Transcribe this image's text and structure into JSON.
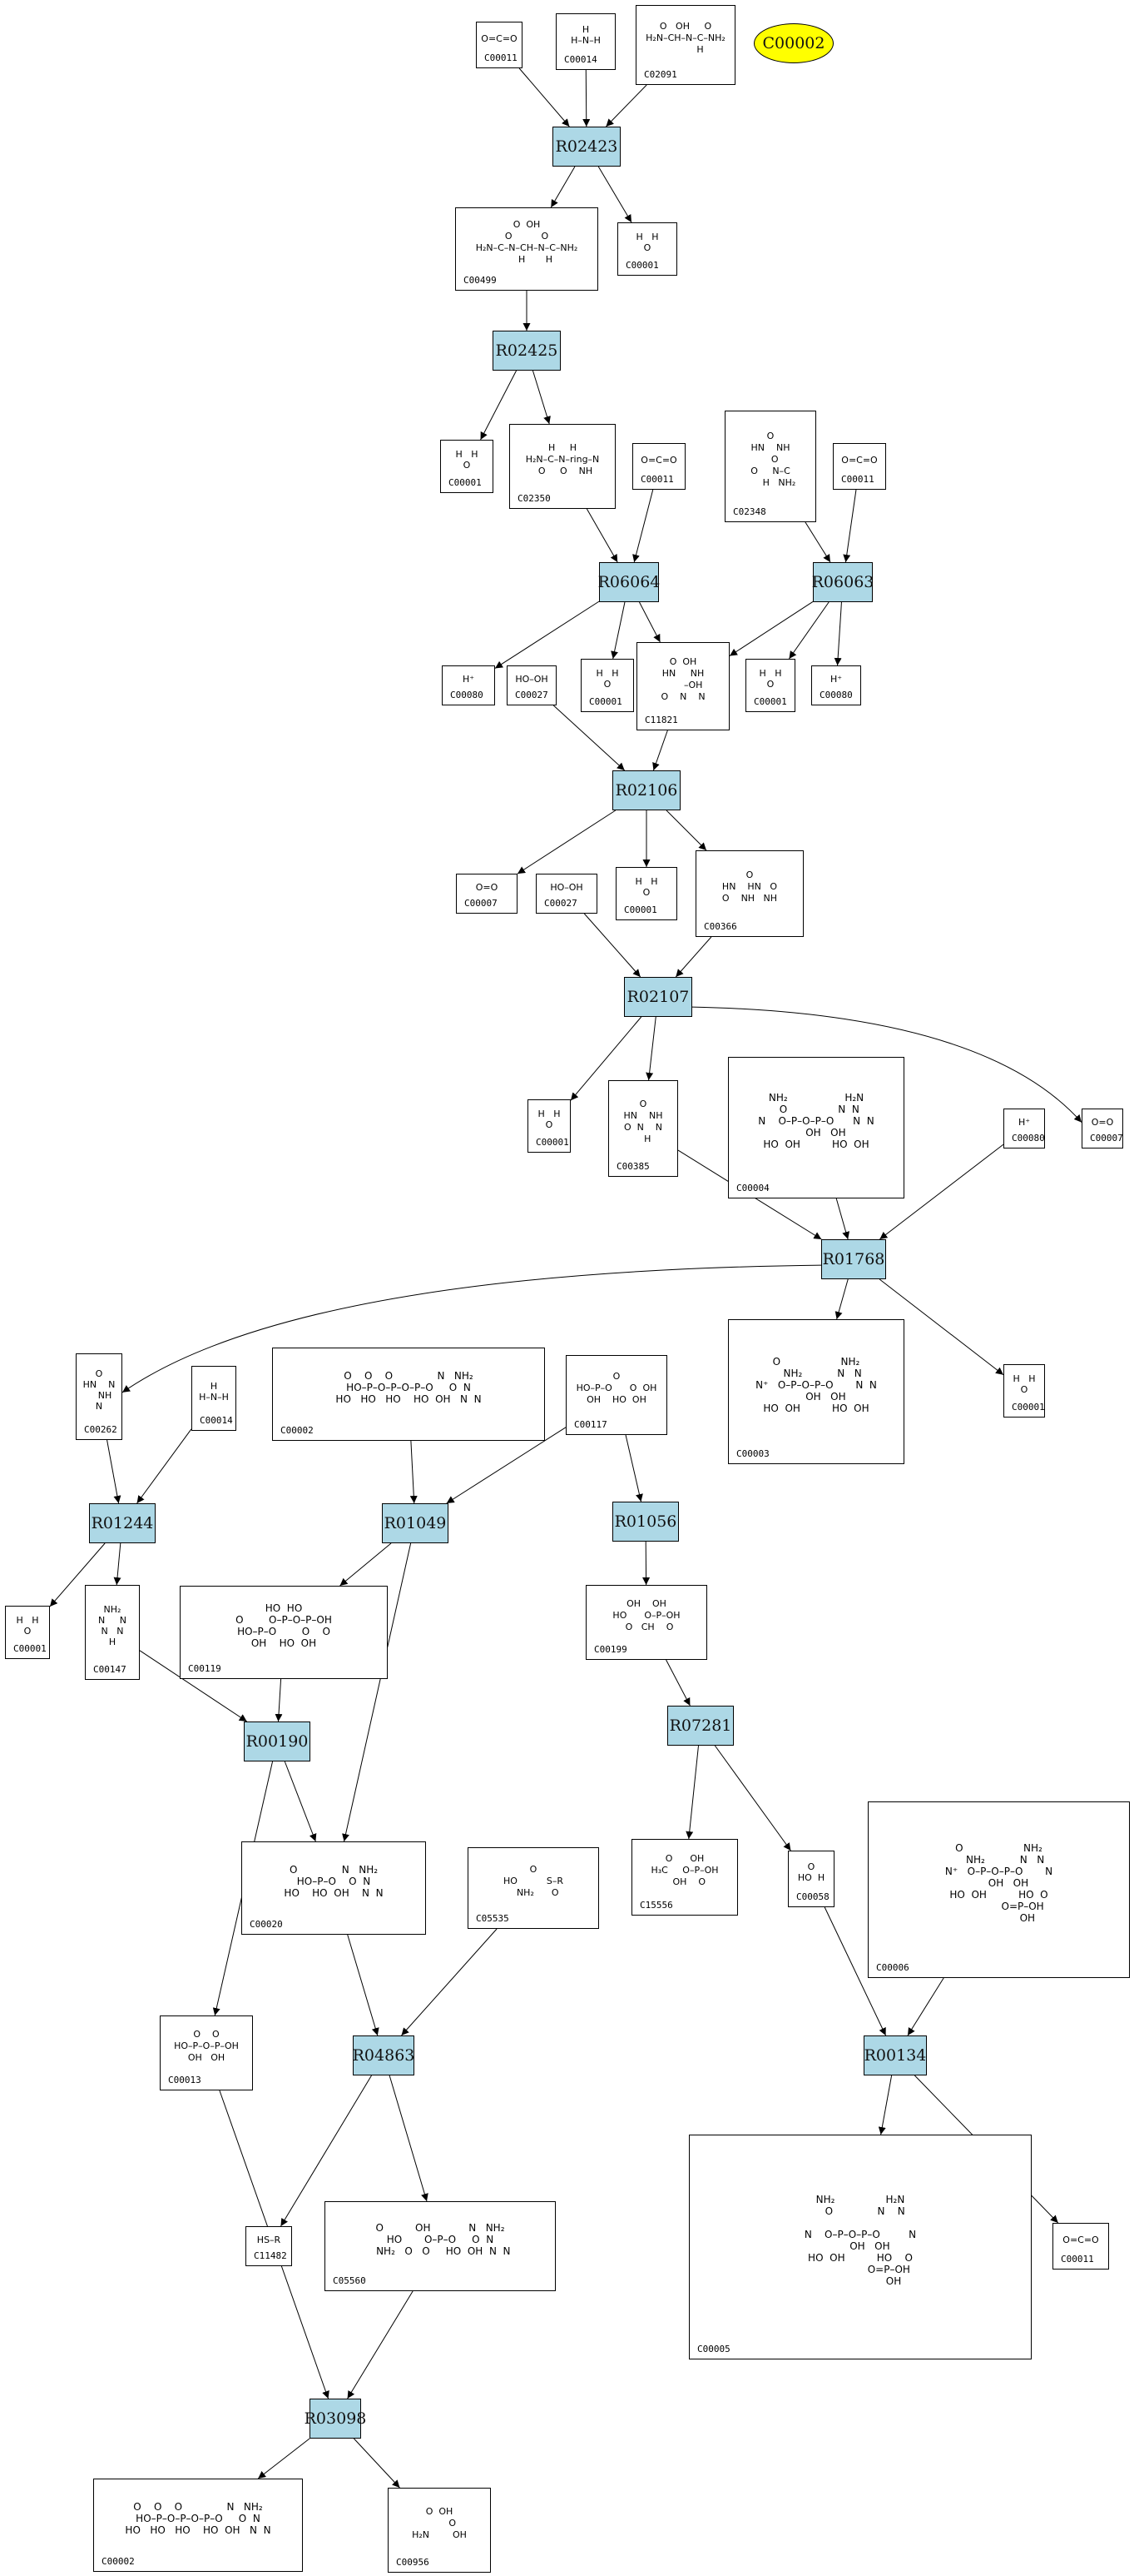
{
  "colors": {
    "reaction_fill": "#add8e6",
    "highlight_fill": "#ffff00",
    "edge": "#000000"
  },
  "highlight": {
    "label": "C00002"
  },
  "reactions": {
    "R02423": "R02423",
    "R02425": "R02425",
    "R06064": "R06064",
    "R06063": "R06063",
    "R02106": "R02106",
    "R02107": "R02107",
    "R01768": "R01768",
    "R01244": "R01244",
    "R01049": "R01049",
    "R01056": "R01056",
    "R00190": "R00190",
    "R07281": "R07281",
    "R04863": "R04863",
    "R00134": "R00134",
    "R03098": "R03098"
  },
  "compounds": {
    "n_c00011_a": {
      "id": "C00011",
      "struct": "O=C=O"
    },
    "n_c00014_a": {
      "id": "C00014",
      "struct": "H\nH–N–H"
    },
    "n_c02091": {
      "id": "C02091",
      "struct": "O   OH     O\nH₂N–CH–N–C–NH₂\n          H"
    },
    "n_c00499": {
      "id": "C00499",
      "struct": "O  OH\nO          O\nH₂N–C–N–CH–N–C–NH₂\n      H       H"
    },
    "n_c00001_a": {
      "id": "C00001",
      "struct": "H   H\nO"
    },
    "n_c00001_b": {
      "id": "C00001",
      "struct": "H   H\nO"
    },
    "n_c02350": {
      "id": "C02350",
      "struct": "H     H\nH₂N–C–N–ring–N\n  O     O    NH"
    },
    "n_c00011_b": {
      "id": "C00011",
      "struct": "O=C=O"
    },
    "n_c02348": {
      "id": "C02348",
      "struct": "O\nHN    NH\n   O\nO     N–C\n      H   NH₂"
    },
    "n_c00011_c": {
      "id": "C00011",
      "struct": "O=C=O"
    },
    "n_c00080_a": {
      "id": "C00080",
      "struct": "H⁺"
    },
    "n_c00027_a": {
      "id": "C00027",
      "struct": "HO–OH"
    },
    "n_c00001_c": {
      "id": "C00001",
      "struct": "H   H\nO"
    },
    "n_c11821": {
      "id": "C11821",
      "struct": "O  OH\nHN     NH\n       –OH\nO    N    N"
    },
    "n_c00001_d": {
      "id": "C00001",
      "struct": "H   H\nO"
    },
    "n_c00080_b": {
      "id": "C00080",
      "struct": "H⁺"
    },
    "n_c00007_a": {
      "id": "C00007",
      "struct": "O=O"
    },
    "n_c00027_b": {
      "id": "C00027",
      "struct": "HO–OH"
    },
    "n_c00001_e": {
      "id": "C00001",
      "struct": "H   H\nO"
    },
    "n_c00366": {
      "id": "C00366",
      "struct": "O\nHN    HN   O\nO    NH   NH"
    },
    "n_c00001_f": {
      "id": "C00001",
      "struct": "H   H\nO"
    },
    "n_c00385": {
      "id": "C00385",
      "struct": "O\nHN    NH\nO  N    N\n   H"
    },
    "n_c00004": {
      "id": "C00004",
      "struct": "NH₂                  H₂N\n  O                N  N\nN    O–P–O–P–O      N  N\n      OH   OH\nHO  OH          HO  OH"
    },
    "n_c00080_c": {
      "id": "C00080",
      "struct": "H⁺"
    },
    "n_c00007_b": {
      "id": "C00007",
      "struct": "O=O"
    },
    "n_c00262": {
      "id": "C00262",
      "struct": "O\nHN    N\n    NH\nN"
    },
    "n_c00014_b": {
      "id": "C00014",
      "struct": "H\nH–N–H"
    },
    "n_c00002_a": {
      "id": "C00002",
      "struct": "O    O    O              N   NH₂\nHO–P–O–P–O–P–O     O  N\nHO   HO   HO    HO  OH   N  N"
    },
    "n_c00117": {
      "id": "C00117",
      "struct": "O\nHO–P–O      O  OH\nOH    HO  OH"
    },
    "n_c00003": {
      "id": "C00003",
      "struct": "O                   NH₂\n    NH₂           N   N\nN⁺   O–P–O–P–O       N  N\n      OH   OH\nHO  OH          HO  OH"
    },
    "n_c00001_g": {
      "id": "C00001",
      "struct": "H   H\nO"
    },
    "n_c00001_h": {
      "id": "C00001",
      "struct": "H   H\nO"
    },
    "n_c00147": {
      "id": "C00147",
      "struct": "NH₂\nN     N\nN   N\nH"
    },
    "n_c00119": {
      "id": "C00119",
      "struct": "HO  HO\nO        O–P–O–P–OH\nHO–P–O        O    O\nOH    HO  OH"
    },
    "n_c00199": {
      "id": "C00199",
      "struct": "OH    OH\nHO      O–P–OH\n  O   CH    O"
    },
    "n_c00020": {
      "id": "C00020",
      "struct": "O              N   NH₂\nHO–P–O    O  N\nHO    HO  OH    N  N"
    },
    "n_c05535": {
      "id": "C05535",
      "struct": "O\nHO          S–R\n   NH₂      O"
    },
    "n_c15556": {
      "id": "C15556",
      "struct": "O      OH\nH₃C     O–P–OH\n   OH    O"
    },
    "n_c00058": {
      "id": "C00058",
      "struct": "O\nHO  H"
    },
    "n_c00006": {
      "id": "C00006",
      "struct": "O                   NH₂\n    NH₂           N   N\nN⁺   O–P–O–P–O       N\n      OH   OH\nHO  OH          HO  O\n               O=P–OH\n                  OH"
    },
    "n_c00013": {
      "id": "C00013",
      "struct": "O    O\nHO–P–O–P–OH\nOH   OH"
    },
    "n_c11482": {
      "id": "C11482",
      "struct": "HS–R"
    },
    "n_c05560": {
      "id": "C05560",
      "struct": "O          OH            N   NH₂\nHO       O–P–O     O  N\n  NH₂   O   O     HO  OH  N  N"
    },
    "n_c00005": {
      "id": "C00005",
      "struct": "NH₂                H₂N\n   O              N    N\n\nN    O–P–O–P–O         N\n      OH   OH\nHO  OH          HO    O\n                  O=P–OH\n                     OH"
    },
    "n_c00011_d": {
      "id": "C00011",
      "struct": "O=C=O"
    },
    "n_c00002_b": {
      "id": "C00002",
      "struct": "O    O    O              N   NH₂\nHO–P–O–P–O–P–O     O  N\nHO   HO   HO    HO  OH   N  N"
    },
    "n_c00956": {
      "id": "C00956",
      "struct": "O  OH\n         O\nH₂N        OH"
    }
  },
  "edges": [
    [
      "n_c00011_a",
      "R02423"
    ],
    [
      "n_c00014_a",
      "R02423"
    ],
    [
      "n_c02091",
      "R02423"
    ],
    [
      "R02423",
      "n_c00499"
    ],
    [
      "R02423",
      "n_c00001_a"
    ],
    [
      "n_c00499",
      "R02425"
    ],
    [
      "R02425",
      "n_c00001_b"
    ],
    [
      "R02425",
      "n_c02350"
    ],
    [
      "n_c02350",
      "R06064"
    ],
    [
      "n_c00011_b",
      "R06064"
    ],
    [
      "n_c02348",
      "R06063"
    ],
    [
      "n_c00011_c",
      "R06063"
    ],
    [
      "R06064",
      "n_c00080_a"
    ],
    [
      "R06064",
      "n_c00001_c"
    ],
    [
      "R06064",
      "n_c11821"
    ],
    [
      "R06063",
      "n_c11821"
    ],
    [
      "R06063",
      "n_c00001_d"
    ],
    [
      "R06063",
      "n_c00080_b"
    ],
    [
      "n_c00027_a",
      "R02106"
    ],
    [
      "n_c11821",
      "R02106"
    ],
    [
      "R02106",
      "n_c00007_a"
    ],
    [
      "R02106",
      "n_c00001_e"
    ],
    [
      "R02106",
      "n_c00366"
    ],
    [
      "n_c00027_b",
      "R02107"
    ],
    [
      "n_c00366",
      "R02107"
    ],
    [
      "R02107",
      "n_c00001_f"
    ],
    [
      "R02107",
      "n_c00385"
    ],
    [
      "R02107",
      "n_c00007_b"
    ],
    [
      "n_c00385",
      "R01768"
    ],
    [
      "n_c00004",
      "R01768"
    ],
    [
      "n_c00080_c",
      "R01768"
    ],
    [
      "R01768",
      "n_c00262"
    ],
    [
      "R01768",
      "n_c00003"
    ],
    [
      "R01768",
      "n_c00001_g"
    ],
    [
      "n_c00262",
      "R01244"
    ],
    [
      "n_c00014_b",
      "R01244"
    ],
    [
      "R01244",
      "n_c00001_h"
    ],
    [
      "R01244",
      "n_c00147"
    ],
    [
      "n_c00002_a",
      "R01049"
    ],
    [
      "n_c00117",
      "R01049"
    ],
    [
      "n_c00117",
      "R01056"
    ],
    [
      "R01049",
      "n_c00119"
    ],
    [
      "R01049",
      "n_c00020"
    ],
    [
      "R01056",
      "n_c00199"
    ],
    [
      "n_c00147",
      "R00190"
    ],
    [
      "n_c00119",
      "R00190"
    ],
    [
      "R00190",
      "n_c00020"
    ],
    [
      "R00190",
      "n_c00013"
    ],
    [
      "n_c00199",
      "R07281"
    ],
    [
      "R07281",
      "n_c15556"
    ],
    [
      "R07281",
      "n_c00058"
    ],
    [
      "n_c00020",
      "R04863"
    ],
    [
      "n_c05535",
      "R04863"
    ],
    [
      "R04863",
      "n_c11482"
    ],
    [
      "R04863",
      "n_c05560"
    ],
    [
      "n_c00058",
      "R00134"
    ],
    [
      "n_c00006",
      "R00134"
    ],
    [
      "R00134",
      "n_c00005"
    ],
    [
      "R00134",
      "n_c00011_d"
    ],
    [
      "n_c00013",
      "R03098"
    ],
    [
      "n_c05560",
      "R03098"
    ],
    [
      "R03098",
      "n_c00002_b"
    ],
    [
      "R03098",
      "n_c00956"
    ]
  ]
}
